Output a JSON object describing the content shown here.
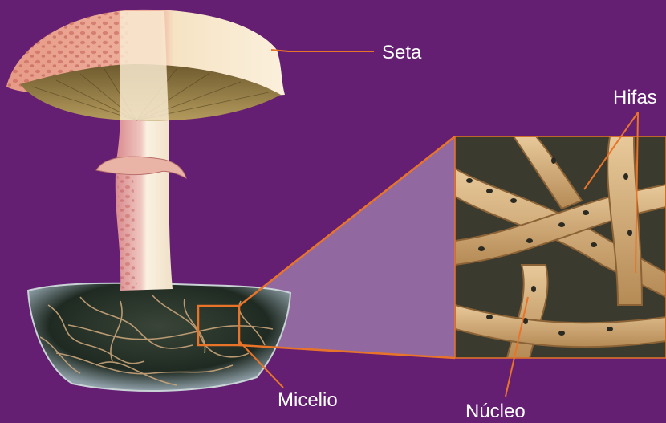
{
  "labels": {
    "seta": "Seta",
    "hifas": "Hifas",
    "micelio": "Micelio",
    "nucleo": "Núcleo"
  },
  "colors": {
    "background": "#641e72",
    "callout_lines": "#e8742a",
    "label_text": "#ffffff",
    "zoom_wedge": "#9a76a8"
  }
}
